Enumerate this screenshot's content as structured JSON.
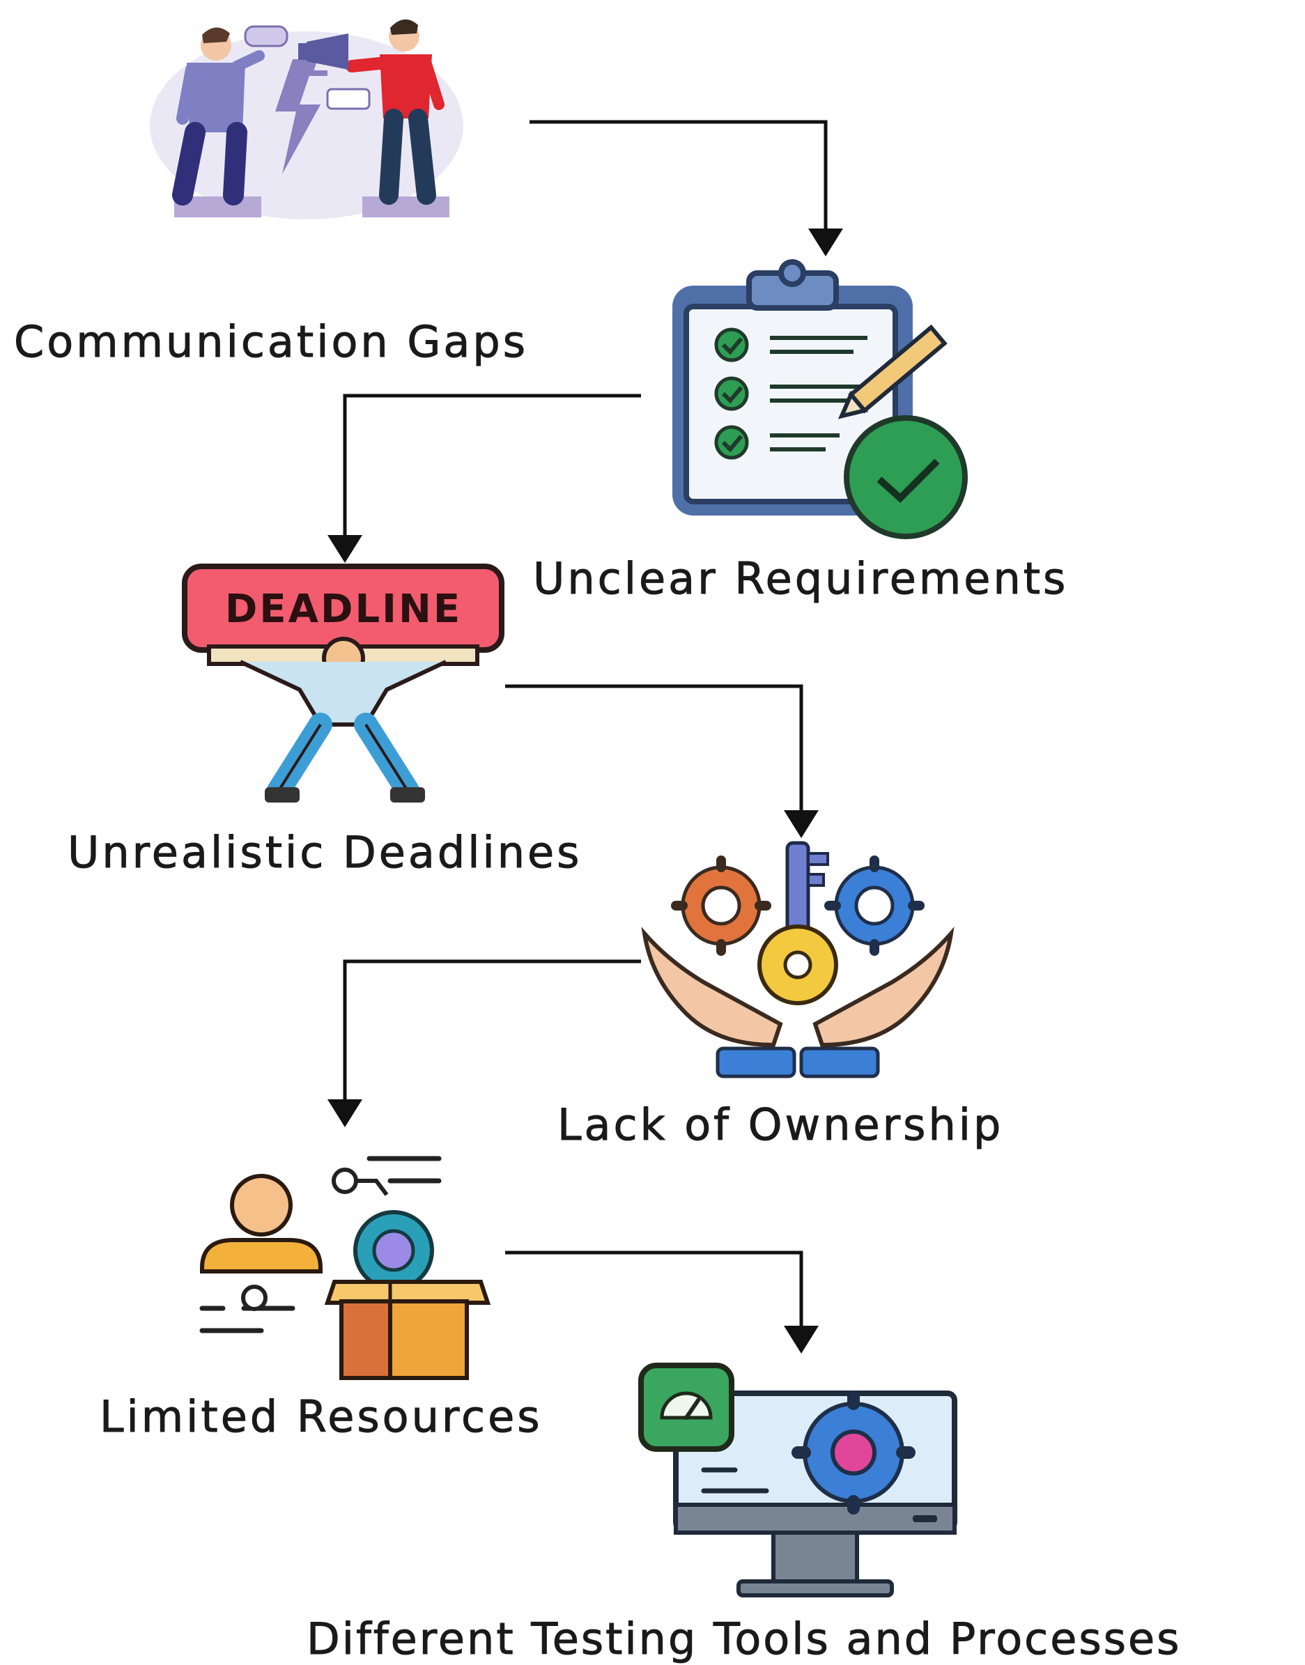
{
  "steps": [
    {
      "label": "Communication Gaps",
      "icon": "people-arguing-icon"
    },
    {
      "label": "Unclear Requirements",
      "icon": "clipboard-checklist-icon"
    },
    {
      "label": "Unrealistic Deadlines",
      "icon": "person-lifting-deadline-icon",
      "icon_text": "DEADLINE"
    },
    {
      "label": "Lack of Ownership",
      "icon": "hands-key-gears-icon"
    },
    {
      "label": "Limited Resources",
      "icon": "person-resource-box-icon"
    },
    {
      "label": "Different Testing Tools and Processes",
      "icon": "monitor-gauge-gear-icon"
    }
  ],
  "colors": {
    "arrow": "#111111",
    "deadline_sign": "#f25c6e",
    "check_green": "#2e9e54",
    "clipboard_blue": "#4a6fa5",
    "gear_blue": "#3b7fd6",
    "gear_orange": "#e0743c",
    "key_yellow": "#f3c93f",
    "box_orange": "#f0a53a",
    "monitor_screen": "#dcecf8",
    "gauge_green": "#3aa660"
  }
}
